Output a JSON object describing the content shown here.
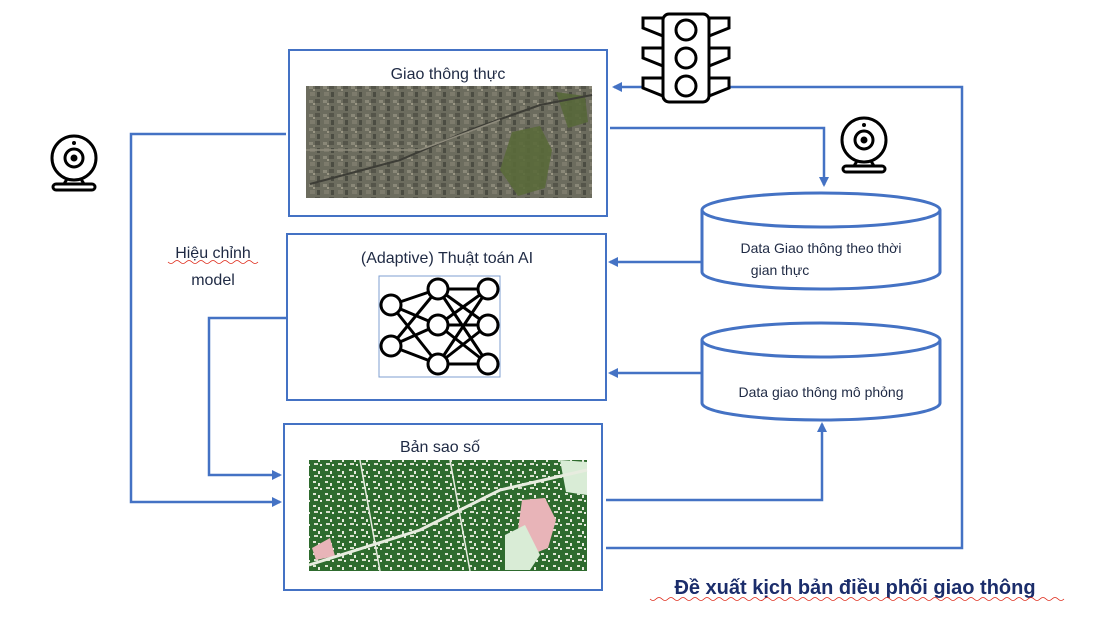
{
  "boxes": {
    "real_traffic": "Giao thông thực",
    "ai_algorithm": "(Adaptive) Thuật toán AI",
    "digital_twin": "Bản sao số"
  },
  "databases": {
    "realtime_line1": "Data Giao thông theo thời",
    "realtime_line2": "gian thực",
    "simulated": "Data giao thông mô phỏng"
  },
  "side_label": {
    "line1": "Hiệu chỉnh",
    "line2": "model"
  },
  "footer": "Đề xuất kịch bản điều phối giao thông",
  "icons": [
    "webcam-icon",
    "webcam-icon",
    "traffic-light-icon",
    "neural-network-icon"
  ],
  "colors": {
    "arrow": "#4472c4",
    "box_border": "#4472c4",
    "map_green": "#2e6b2e",
    "park_pink": "#e8b4b8",
    "footer_text": "#1b2d6b"
  }
}
